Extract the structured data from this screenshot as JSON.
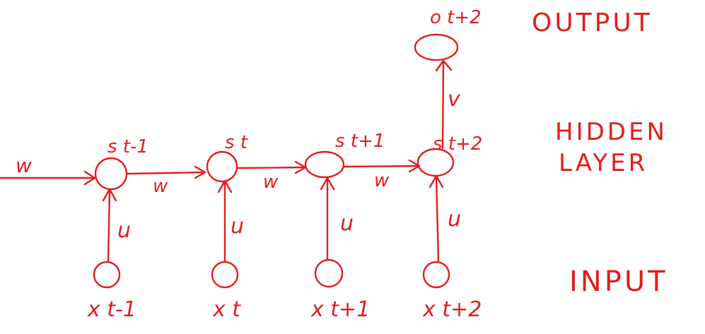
{
  "diagram": {
    "ink_color": "#e31d1d",
    "background": "#ffffff",
    "sections": {
      "output": "OUTPUT",
      "hidden_line1": "HIDDEN",
      "hidden_line2": "LAYER",
      "input": "INPUT"
    },
    "output_node": {
      "label": "o t+2"
    },
    "hidden_nodes": [
      {
        "label": "s t-1"
      },
      {
        "label": "s t"
      },
      {
        "label": "s t+1"
      },
      {
        "label": "s t+2"
      }
    ],
    "input_nodes": [
      {
        "label": "x t-1"
      },
      {
        "label": "x t"
      },
      {
        "label": "x t+1"
      },
      {
        "label": "x t+2"
      }
    ],
    "edge_labels": {
      "incoming_w": "w",
      "recurrent_w": [
        "w",
        "w",
        "w"
      ],
      "input_u": [
        "u",
        "u",
        "u",
        "u"
      ],
      "output_v": "v"
    }
  }
}
